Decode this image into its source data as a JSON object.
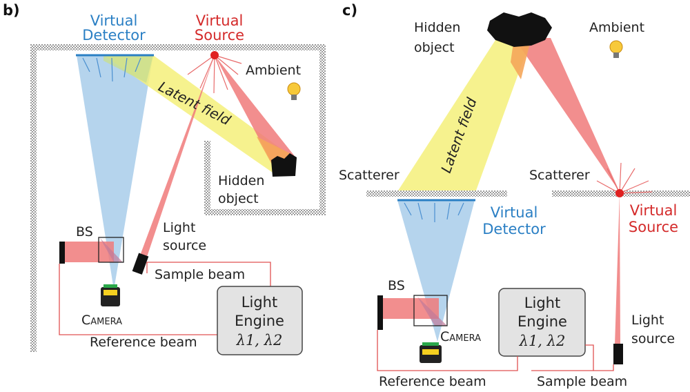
{
  "panels": {
    "b": {
      "label": "b)",
      "virtual_detector": [
        "Virtual",
        "Detector"
      ],
      "virtual_source": [
        "Virtual",
        "Source"
      ],
      "ambient": "Ambient",
      "latent_field": "Latent field",
      "hidden_object": [
        "Hidden",
        "object"
      ],
      "light_source": [
        "Light",
        "source"
      ],
      "bs": "BS",
      "camera": "Camera",
      "sample_beam": "Sample beam",
      "reference_beam": "Reference beam",
      "light_engine": [
        "Light",
        "Engine",
        "λ1, λ2"
      ]
    },
    "c": {
      "label": "c)",
      "hidden_object": [
        "Hidden",
        "object"
      ],
      "ambient": "Ambient",
      "latent_field": "Latent field",
      "scatterer_left": "Scatterer",
      "scatterer_right": "Scatterer",
      "virtual_detector": [
        "Virtual",
        "Detector"
      ],
      "virtual_source": [
        "Virtual",
        "Source"
      ],
      "bs": "BS",
      "camera": "Camera",
      "light_engine": [
        "Light",
        "Engine",
        "λ1, λ2"
      ],
      "light_source": [
        "Light",
        "source"
      ],
      "reference_beam": "Reference beam",
      "sample_beam": "Sample beam"
    }
  },
  "colors": {
    "detector_blue": "#2a7fc4",
    "source_red": "#d42a2a",
    "blue_cone": "#a8cdea",
    "yellow_field": "#f5f07a",
    "red_beam": "#f07a7a",
    "wall_gray": "#b8b8b8"
  }
}
